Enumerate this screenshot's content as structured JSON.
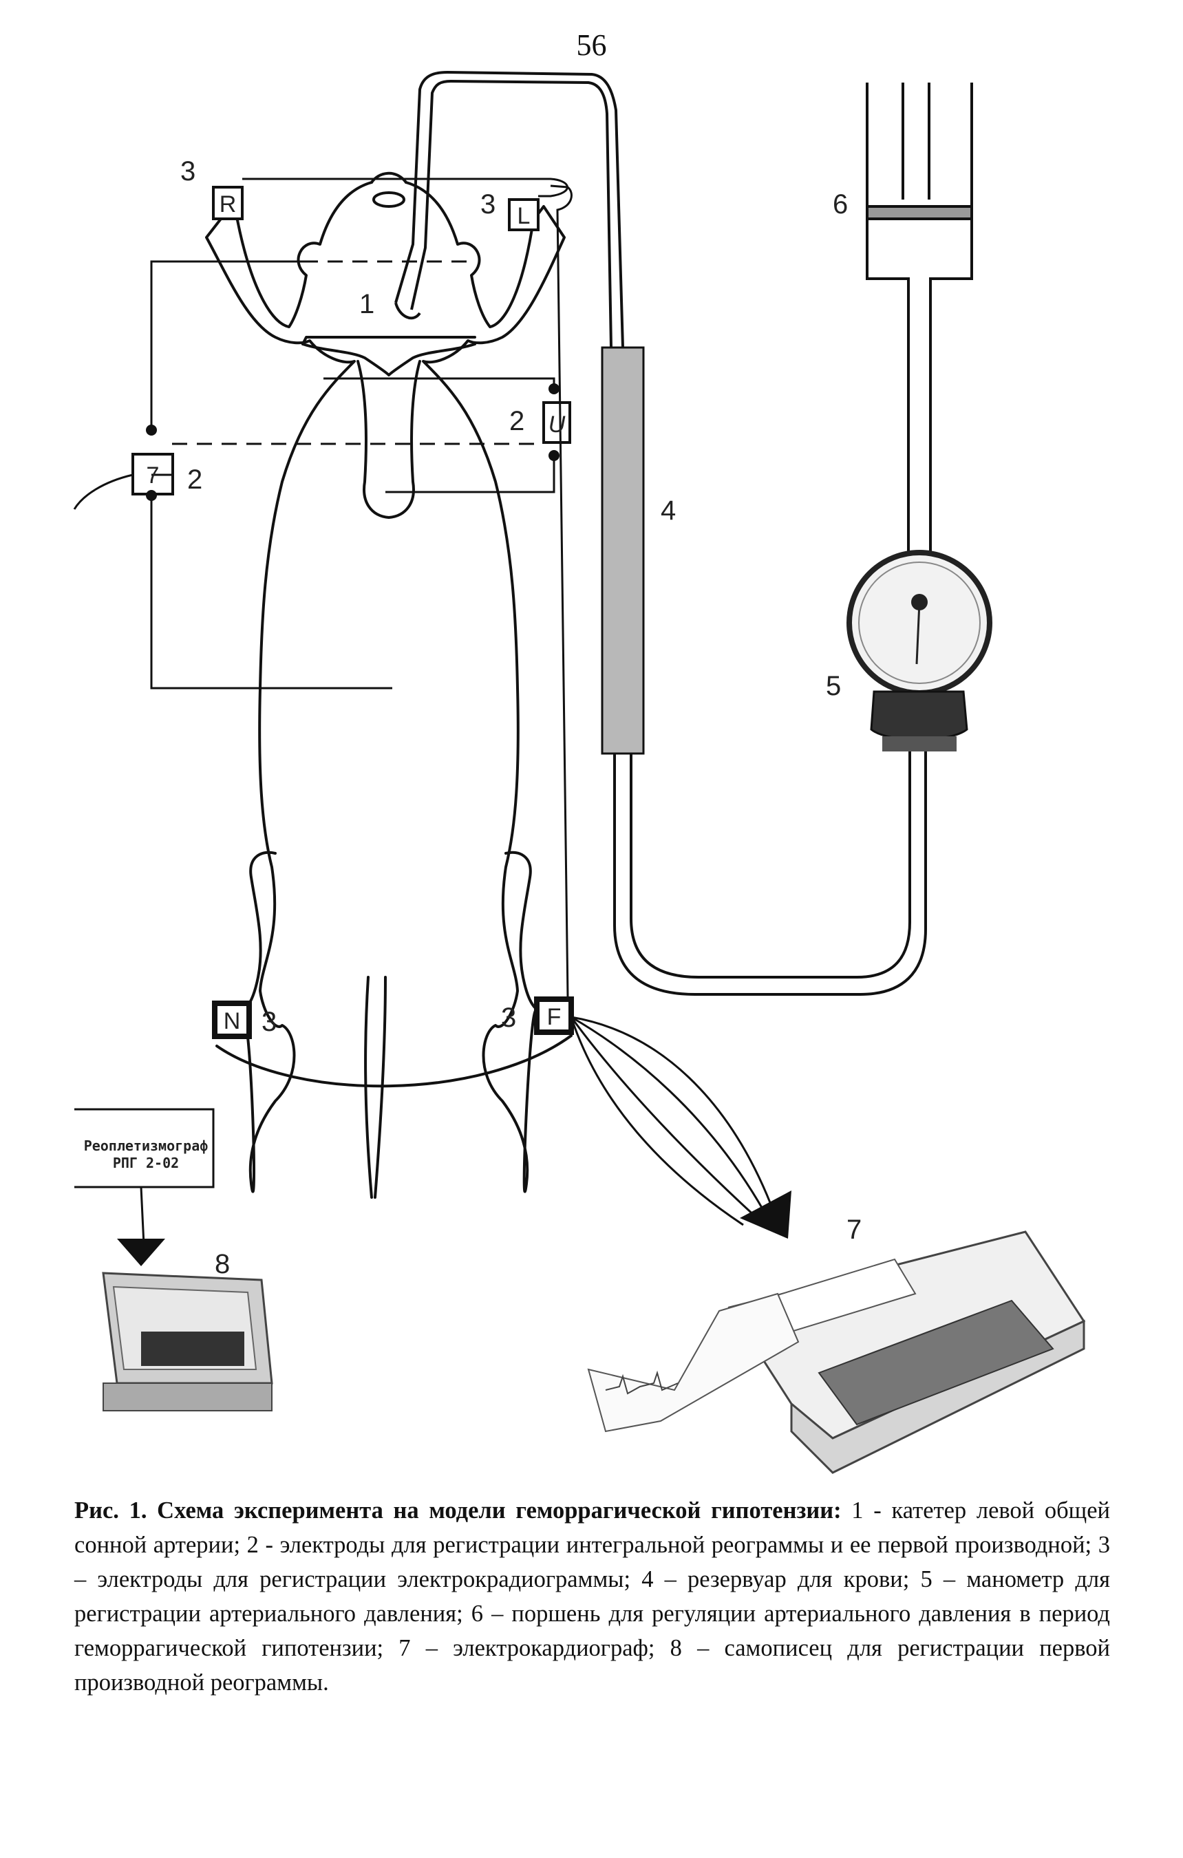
{
  "page": {
    "number": "56"
  },
  "labels": {
    "catheter": "1",
    "rheo_electrodes_left": "2",
    "rheo_electrodes_right": "2",
    "ecg_electrodes_R": "3",
    "ecg_electrodes_L": "3",
    "ecg_electrodes_N": "3",
    "ecg_electrodes_F": "3",
    "reservoir": "4",
    "manometer": "5",
    "piston": "6",
    "ecg_device": "7",
    "recorder": "8"
  },
  "boxes": {
    "R": "R",
    "L": "L",
    "N": "N",
    "F": "F",
    "U": "U",
    "seven": "7"
  },
  "device": {
    "line1": "Реоплетизмограф",
    "line2": "РПГ 2-02"
  },
  "caption": {
    "title": "Рис. 1. Схема эксперимента на модели геморрагической гипотензии:",
    "text": " 1 - катетер левой общей сонной артерии; 2 - электроды для регистрации интегральной реограммы и ее первой производной; 3 – электроды для регистрации электрокрадиограммы; 4 – резервуар для крови; 5 – манометр для регистрации артериального давления; 6 – поршень для регуляции артериального давления в период геморрагической гипотензии; 7 – электрокардиограф; 8 – самописец для регистрации первой производной реограммы."
  }
}
